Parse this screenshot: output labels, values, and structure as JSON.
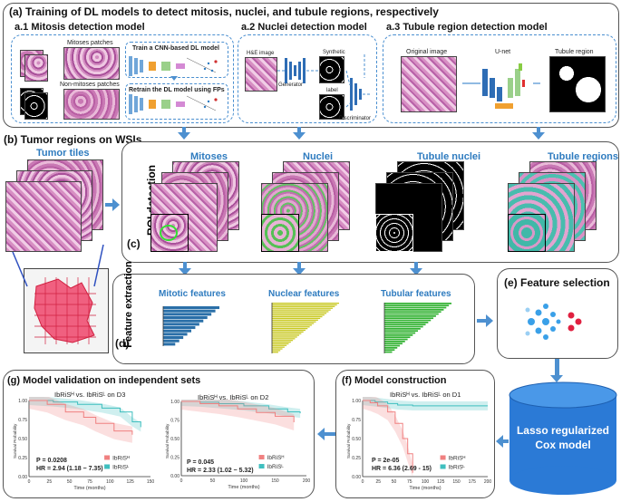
{
  "header": {
    "a_title": "(a) Training of DL models to detect mitosis, nuclei, and tubule regions, respectively"
  },
  "a1": {
    "title": "a.1  Mitosis detection model",
    "mitoses_patches": "Mitoses patches",
    "non_mitoses_patches": "Non-mitoses patches",
    "train_label": "Train a CNN-based DL model",
    "retrain_label": "Retrain the DL model using FPs"
  },
  "a2": {
    "title": "a.2  Nuclei detection model",
    "he_image": "H&E image",
    "synthetic": "Synthetic",
    "generator": "Generator",
    "label": "label",
    "discriminator": "Discriminator"
  },
  "a3": {
    "title": "a.3  Tubule region detection model",
    "original": "Original image",
    "unet": "U-net",
    "tubule_region": "Tubule region"
  },
  "b": {
    "title": "(b)  Tumor regions on WSIs",
    "tumor_tiles": "Tumor tiles"
  },
  "c": {
    "label": "(c)",
    "roi": "ROI detection",
    "mitoses": "Mitoses",
    "nuclei": "Nuclei",
    "tubule_nuclei": "Tubule nuclei",
    "tubule_regions": "Tubule regions"
  },
  "d": {
    "label": "(d)",
    "fe": "Feature extraction",
    "mitotic": "Mitotic features",
    "nuclear": "Nuclear features",
    "tubular": "Tubular features"
  },
  "e": {
    "title": "(e) Feature selection"
  },
  "lasso": {
    "line1": "Lasso regularized",
    "line2": "Cox model"
  },
  "f": {
    "title": "(f)  Model construction",
    "plot_title": "IbRiSᴴ vs. IbRiSᴸ on D1",
    "p": "P = 2e-05",
    "hr": "HR = 6.36 (2.69 - 15)",
    "leg_h": "IbRiSᴴ",
    "leg_l": "IbRiSᴸ",
    "ylabel": "Survival Probability",
    "xlabel": "Time (months)",
    "yticks": [
      "1.00",
      "0.75",
      "0.50",
      "0.25",
      "0.00"
    ],
    "xticks": [
      "0",
      "25",
      "50",
      "75",
      "100",
      "125",
      "150",
      "175",
      "200"
    ]
  },
  "g": {
    "title": "(g) Model validation on independent sets",
    "left": {
      "plot_title": "IbRiSᴴ vs. IbRiSᴸ on D3",
      "p": "P = 0.0208",
      "hr": "HR = 2.94 (1.18 − 7.35)",
      "leg_h": "IbRiSᴴ",
      "leg_l": "IbRiSᴸ",
      "ylabel": "Survival Probability",
      "xlabel": "Time (months)",
      "yticks": [
        "1.00",
        "0.75",
        "0.50",
        "0.25",
        "0.00"
      ],
      "xticks": [
        "0",
        "25",
        "50",
        "75",
        "100",
        "125",
        "150"
      ]
    },
    "right": {
      "plot_title": "IbRiSᴴ vs. IbRiSᴸ on D2",
      "p": "P = 0.045",
      "hr": "HR = 2.33 (1.02 − 5.32)",
      "leg_h": "IbRiSᴴ",
      "leg_l": "IbRiSᴸ",
      "ylabel": "Survival Probability",
      "xlabel": "Time (months)",
      "yticks": [
        "1.00",
        "0.75",
        "0.50",
        "0.25",
        "0.00"
      ],
      "xticks": [
        "0",
        "50",
        "100",
        "150",
        "200"
      ]
    }
  },
  "colors": {
    "accent_blue": "#2e7bbf",
    "high_risk": "#f08080",
    "low_risk": "#3fbfbf",
    "mitotic_bar": "#2a6fa8",
    "nuclear_bar": "#c8c820",
    "tubular_bar": "#33b233"
  }
}
